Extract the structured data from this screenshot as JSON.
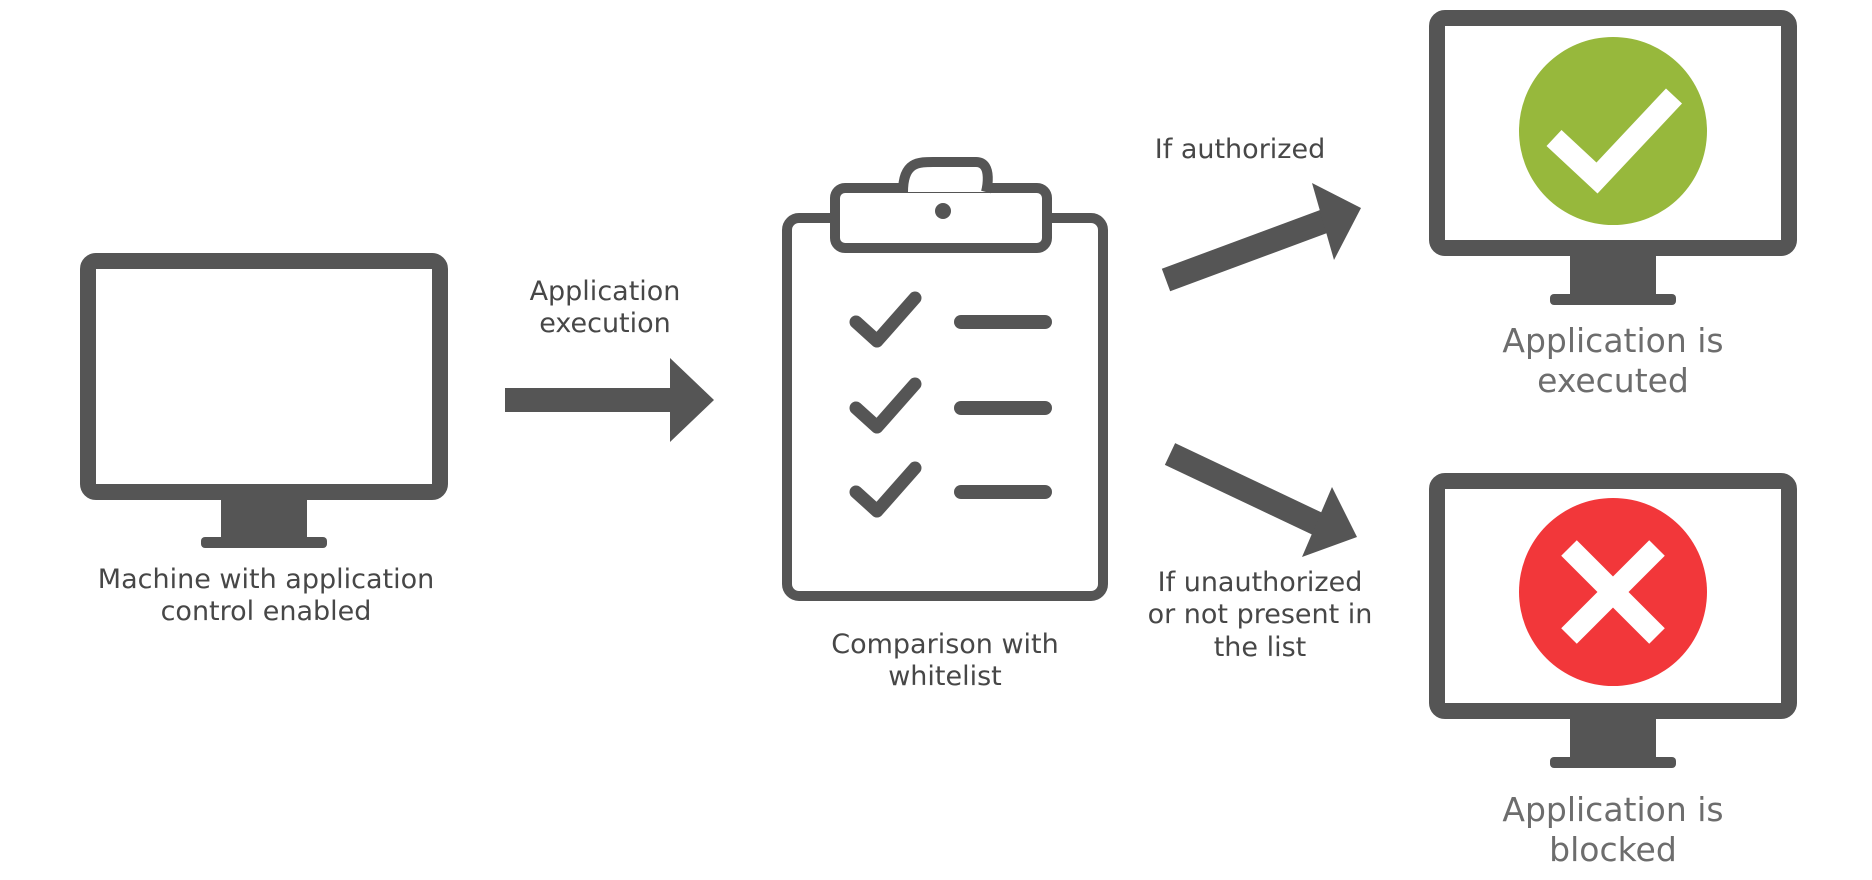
{
  "labels": {
    "source_machine": [
      "Machine with application",
      "control enabled"
    ],
    "execution_arrow": [
      "Application",
      "execution"
    ],
    "whitelist": [
      "Comparison with",
      "whitelist"
    ],
    "authorized_branch": [
      "If authorized"
    ],
    "unauthorized_branch": [
      "If unauthorized",
      "or not present in",
      "the list"
    ],
    "executed_result": [
      "Application is",
      "executed"
    ],
    "blocked_result": [
      "Application is",
      "blocked"
    ]
  },
  "colors": {
    "icon": "#555555",
    "success": "#97b83c",
    "error": "#f2373a",
    "background": "#ffffff"
  },
  "icons": {
    "source_machine": "monitor-icon",
    "whitelist": "clipboard-checklist-icon",
    "executed_result": "check-circle-icon",
    "blocked_result": "x-circle-icon"
  }
}
